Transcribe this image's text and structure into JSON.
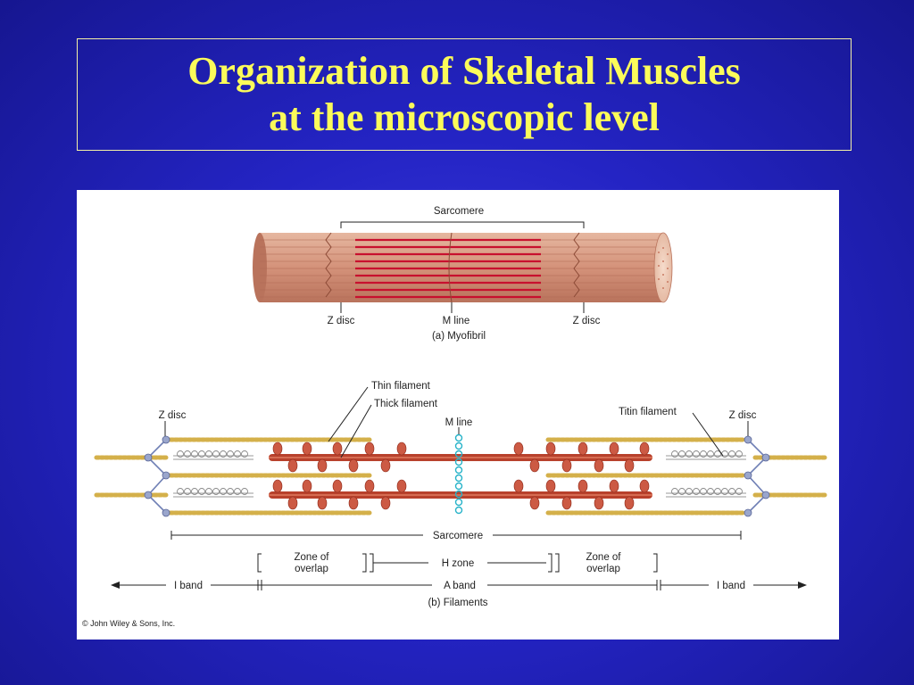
{
  "slide": {
    "title_line1": "Organization of Skeletal Muscles",
    "title_line2": "at the microscopic level"
  },
  "colors": {
    "background": "#2424c4",
    "title_text": "#fbfb5a",
    "title_border": "#f3f0a6",
    "myofibril": "#d9a287",
    "thick_filament": "#c0392b",
    "thin_filament": "#d4b04a",
    "m_line": "#27b3c9"
  },
  "figure": {
    "myofibril": {
      "sarcomere_label": "Sarcomere",
      "z_disc_left_label": "Z disc",
      "m_line_label": "M line",
      "z_disc_right_label": "Z disc",
      "caption": "(a) Myofibril"
    },
    "filaments": {
      "thin_filament_label": "Thin filament",
      "thick_filament_label": "Thick filament",
      "z_disc_left_label": "Z disc",
      "m_line_label": "M line",
      "titin_filament_label": "Titin filament",
      "z_disc_right_label": "Z disc",
      "sarcomere_label": "Sarcomere",
      "zone_of_overlap_left_line1": "Zone of",
      "zone_of_overlap_left_line2": "overlap",
      "h_zone_label": "H zone",
      "zone_of_overlap_right_line1": "Zone of",
      "zone_of_overlap_right_line2": "overlap",
      "i_band_left_label": "I band",
      "a_band_label": "A band",
      "i_band_right_label": "I band",
      "caption": "(b) Filaments"
    },
    "copyright": "© John Wiley & Sons, Inc."
  }
}
